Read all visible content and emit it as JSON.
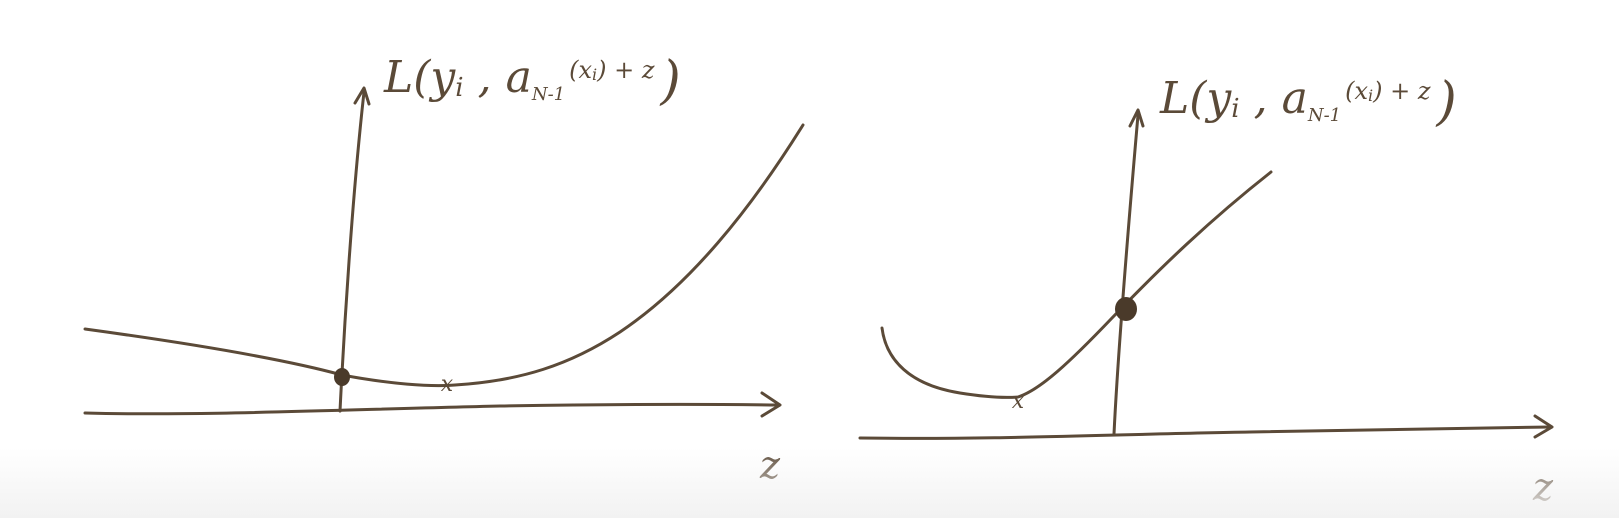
{
  "colors": {
    "ink": "#5b4a38",
    "dot": "#4a3a2a",
    "background": "#ffffff"
  },
  "left_plot": {
    "y_label_main": "L(y",
    "y_label_sub_i": "i",
    "y_label_sep": ",",
    "y_label_a": "a",
    "y_label_a_sub": "N-1",
    "y_label_arg": "(x",
    "y_label_arg_sub": "i",
    "y_label_tail": ") + z",
    "y_label_close": ")",
    "x_label": "z",
    "minimum_marker": "x"
  },
  "right_plot": {
    "y_label_main": "L(y",
    "y_label_sub_i": "i",
    "y_label_sep": ",",
    "y_label_a": "a",
    "y_label_a_sub": "N-1",
    "y_label_arg": "(x",
    "y_label_arg_sub": "i",
    "y_label_tail": ") + z",
    "y_label_close": ")",
    "x_label": "z",
    "minimum_marker": "x"
  }
}
